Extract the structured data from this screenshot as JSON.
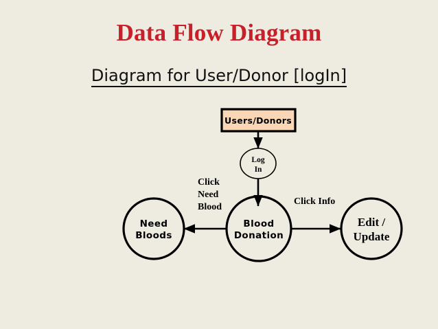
{
  "slide": {
    "title": "Data Flow Diagram",
    "subtitle": "Diagram for User/Donor [logIn]",
    "title_color": "#C8202A",
    "background_color": "#EEECE1"
  },
  "diagram": {
    "type": "data-flow-diagram",
    "nodes": {
      "entity": {
        "label": "Users/Donors",
        "shape": "rectangle",
        "fill": "#F9D6B5"
      },
      "login": {
        "label_line1": "Log",
        "label_line2": "In",
        "shape": "ellipse",
        "fill": "none"
      },
      "blood_donation": {
        "label_line1": "Blood",
        "label_line2": "Donation",
        "shape": "circle",
        "fill": "none"
      },
      "need_bloods": {
        "label_line1": "Need",
        "label_line2": "Bloods",
        "shape": "circle",
        "fill": "none"
      },
      "edit_update": {
        "label_line1": "Edit /",
        "label_line2": "Update",
        "shape": "circle",
        "fill": "none"
      }
    },
    "edges": [
      {
        "from": "entity",
        "to": "login",
        "label": "",
        "direction": "down"
      },
      {
        "from": "login",
        "to": "blood_donation",
        "label": "",
        "direction": "down"
      },
      {
        "from": "blood_donation",
        "to": "need_bloods",
        "label": "Click Need Blood",
        "direction": "left"
      },
      {
        "from": "blood_donation",
        "to": "edit_update",
        "label": "Click Info",
        "direction": "right"
      }
    ],
    "labels": {
      "click_need_blood_line1": "Click",
      "click_need_blood_line2": "Need",
      "click_need_blood_line3": "Blood",
      "click_info": "Click Info"
    }
  }
}
